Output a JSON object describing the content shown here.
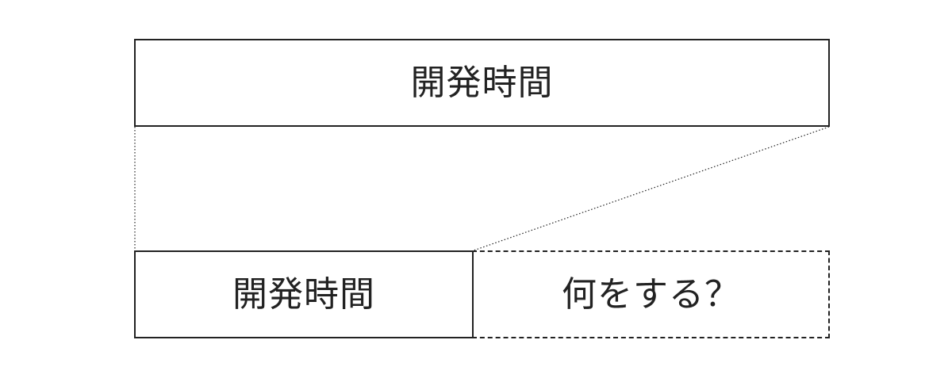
{
  "diagram": {
    "top_box": {
      "label": "開発時間"
    },
    "bottom_left_box": {
      "label": "開発時間"
    },
    "bottom_right_box": {
      "label": "何をする？"
    }
  },
  "colors": {
    "stroke": "#222222",
    "background": "#ffffff"
  }
}
